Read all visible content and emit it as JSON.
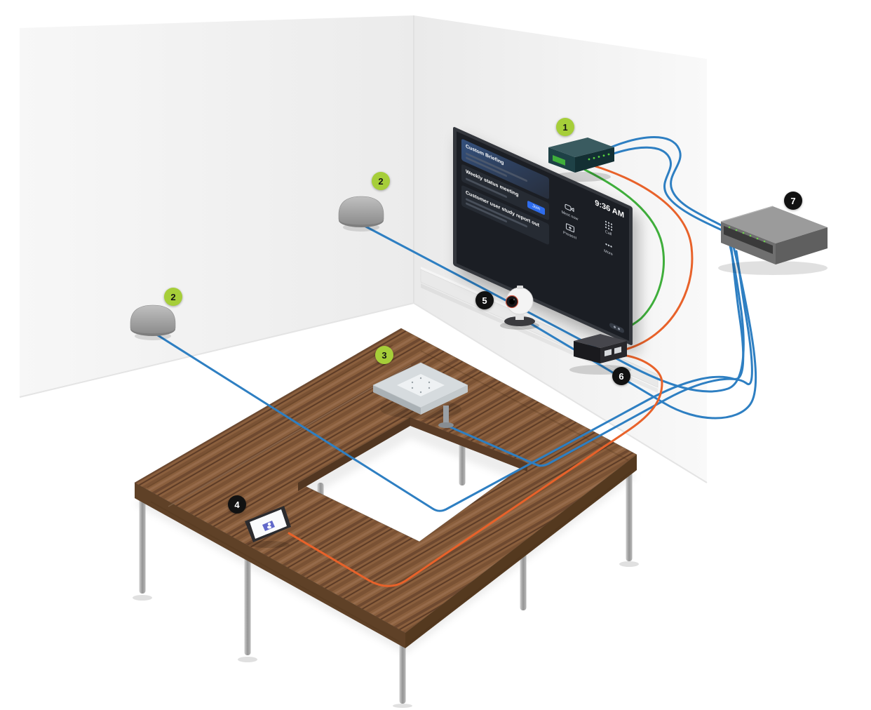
{
  "screen": {
    "time": "9:36 AM",
    "meetings": [
      {
        "title": "Custom Briefing"
      },
      {
        "title": "Weekly status meeting",
        "join_label": "Join"
      },
      {
        "title": "Customer user study report out"
      }
    ],
    "actions": [
      {
        "label": "Meet now",
        "icon": "video-camera-icon"
      },
      {
        "label": "Call",
        "icon": "dialpad-icon"
      },
      {
        "label": "Present",
        "icon": "present-screen-icon"
      },
      {
        "label": "More",
        "icon": "more-dots-icon"
      }
    ]
  },
  "callouts": {
    "compute": {
      "number": "1",
      "style": "green"
    },
    "ceiling_mic_right": {
      "number": "2",
      "style": "green"
    },
    "ceiling_mic_left": {
      "number": "2",
      "style": "green"
    },
    "table_panel": {
      "number": "3",
      "style": "green"
    },
    "touch_console": {
      "number": "4",
      "style": "dark"
    },
    "camera": {
      "number": "5",
      "style": "dark"
    },
    "av_box": {
      "number": "6",
      "style": "dark"
    },
    "network_switch": {
      "number": "7",
      "style": "dark"
    }
  },
  "legend_colors": {
    "network_cable_blue": "#2e7fc2",
    "usb_cable_orange": "#e8622a",
    "hdmi_cable_green": "#3fae3b",
    "badge_green": "#a6ce39",
    "badge_dark": "#111111",
    "join_button_blue": "#2f6ded"
  }
}
